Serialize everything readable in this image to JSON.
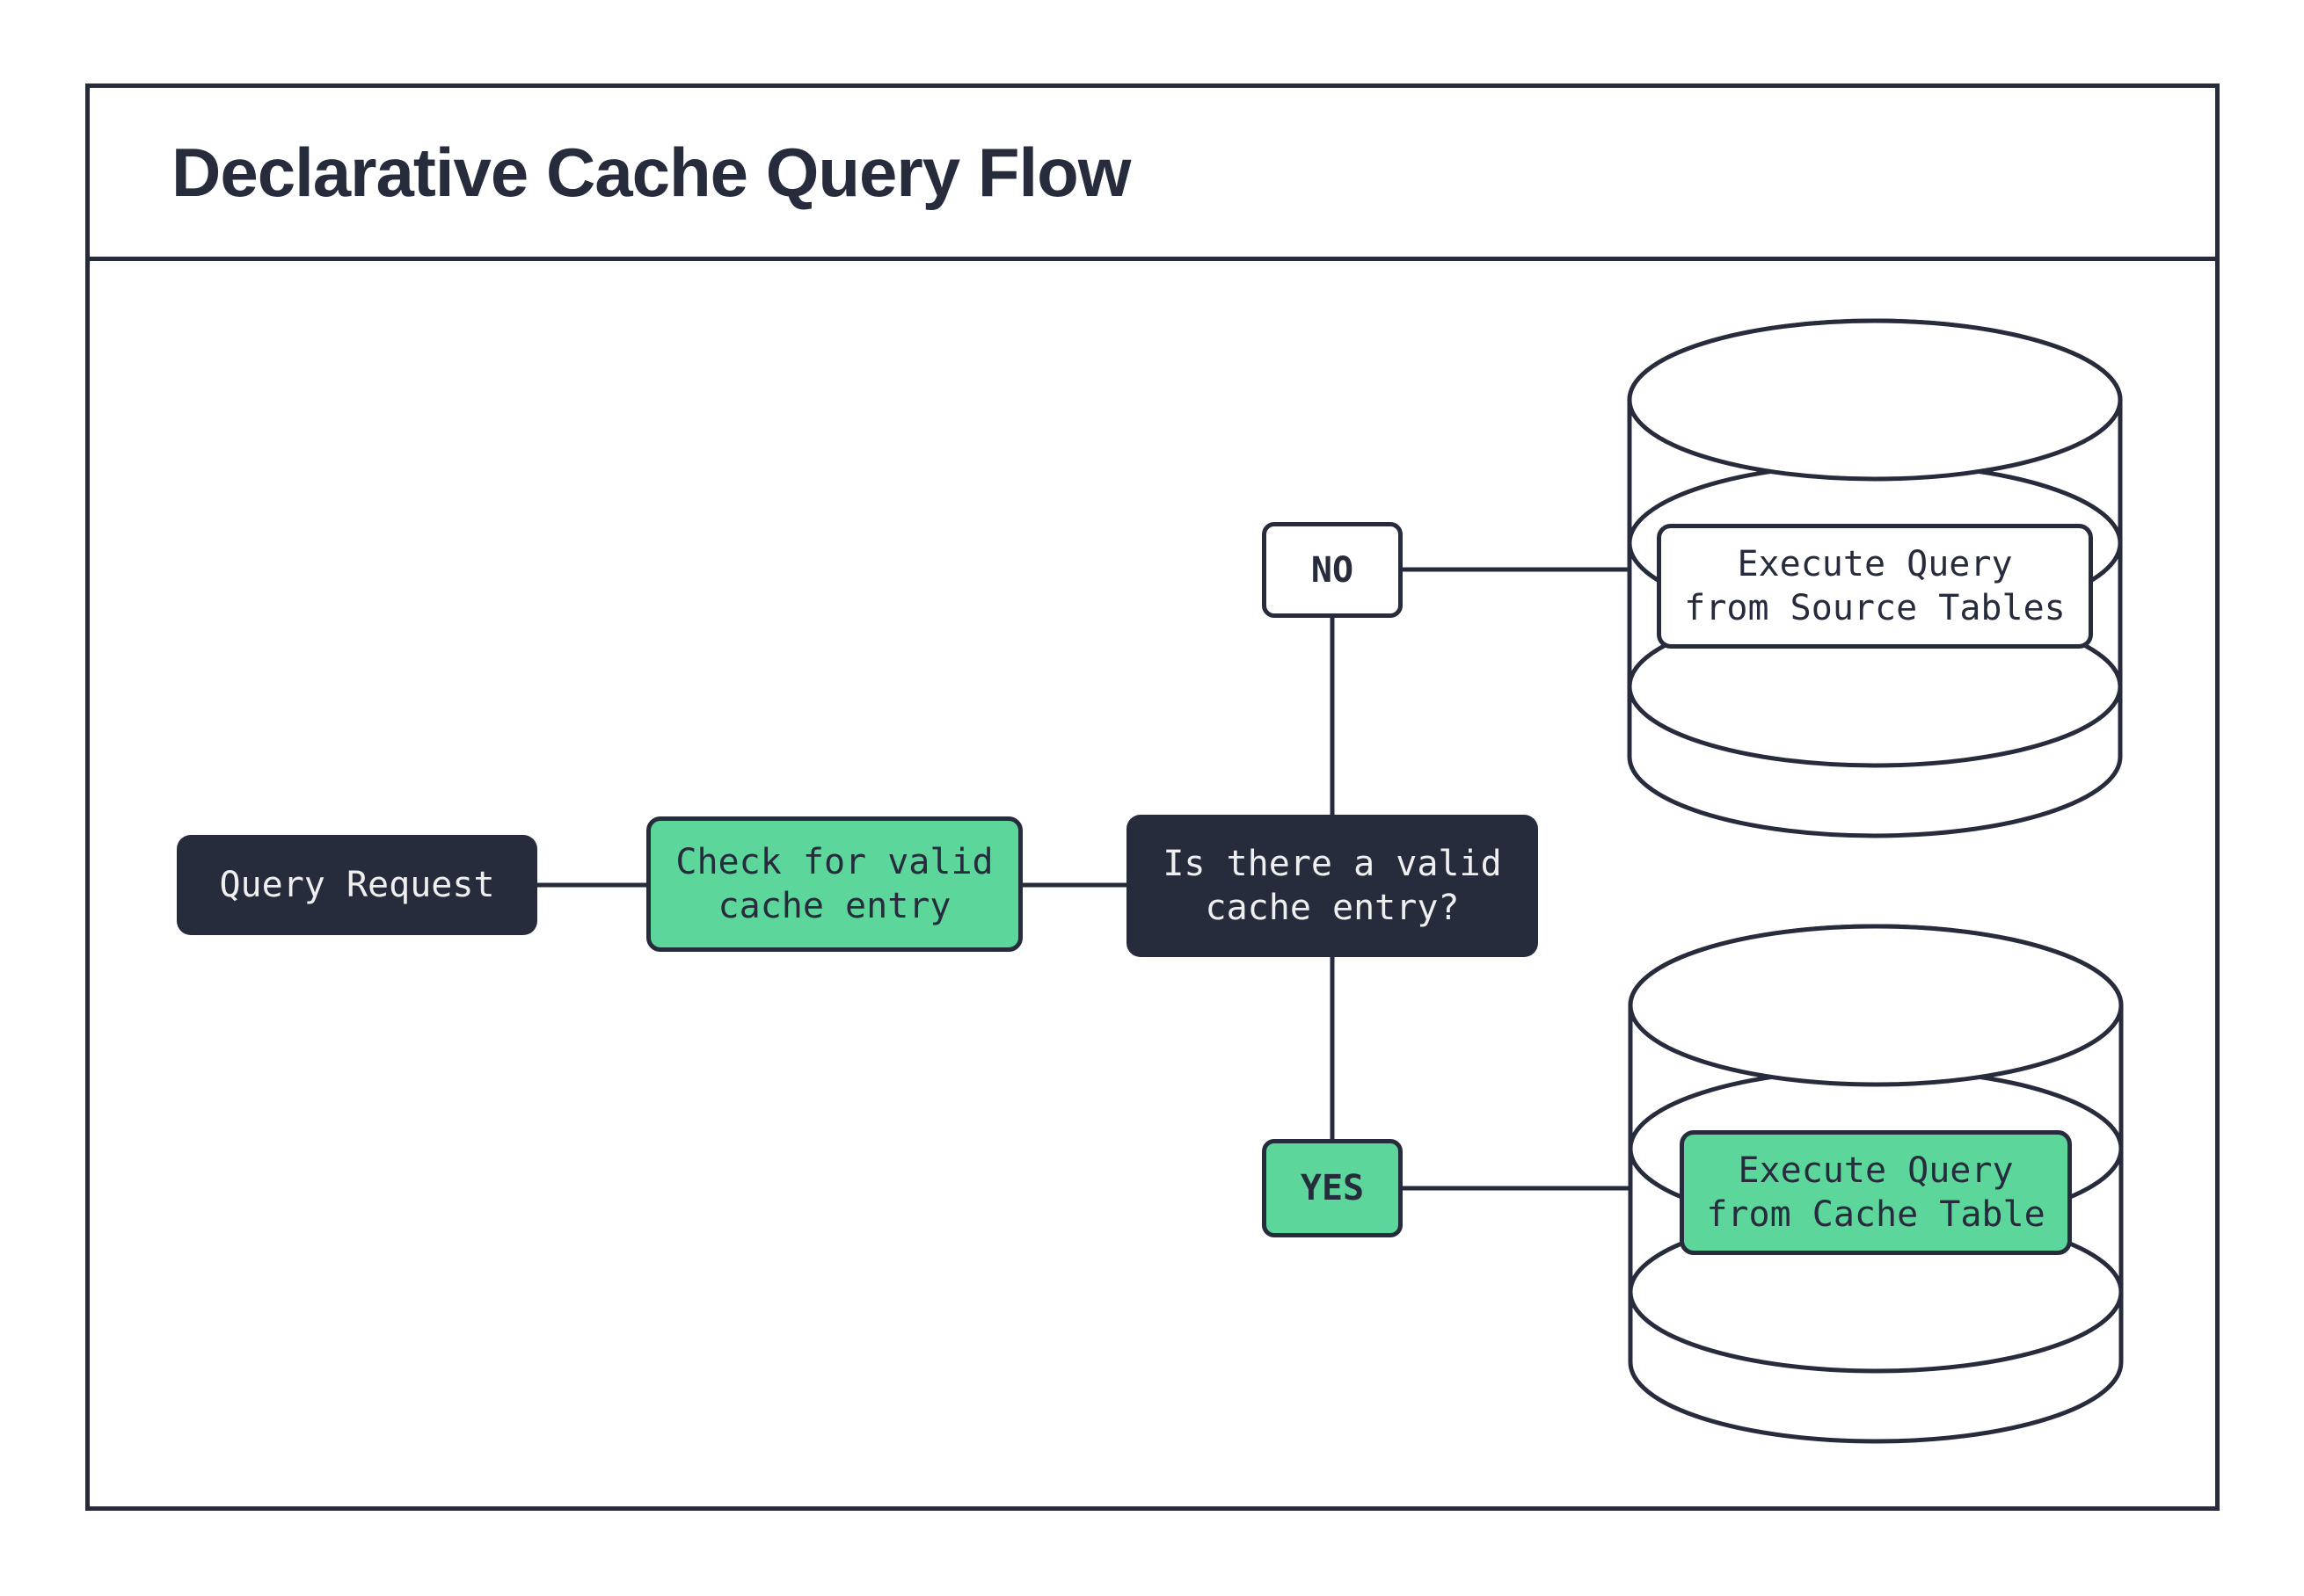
{
  "title": "Declarative Cache Query Flow",
  "colors": {
    "dark": "#272C3D",
    "green": "#5CD69A",
    "text_on_dark": "#EFEFEF",
    "node_white": "#FFFFFF"
  },
  "nodes": {
    "query_request": {
      "label": "Query Request"
    },
    "check_cache": {
      "label": "Check for valid\ncache entry"
    },
    "decision": {
      "label": "Is there a valid\ncache entry?"
    },
    "no_branch": {
      "label": "NO"
    },
    "yes_branch": {
      "label": "YES"
    },
    "source_db": {
      "label": "Execute Query\nfrom Source Tables"
    },
    "cache_db": {
      "label": "Execute Query\nfrom Cache Table"
    }
  }
}
